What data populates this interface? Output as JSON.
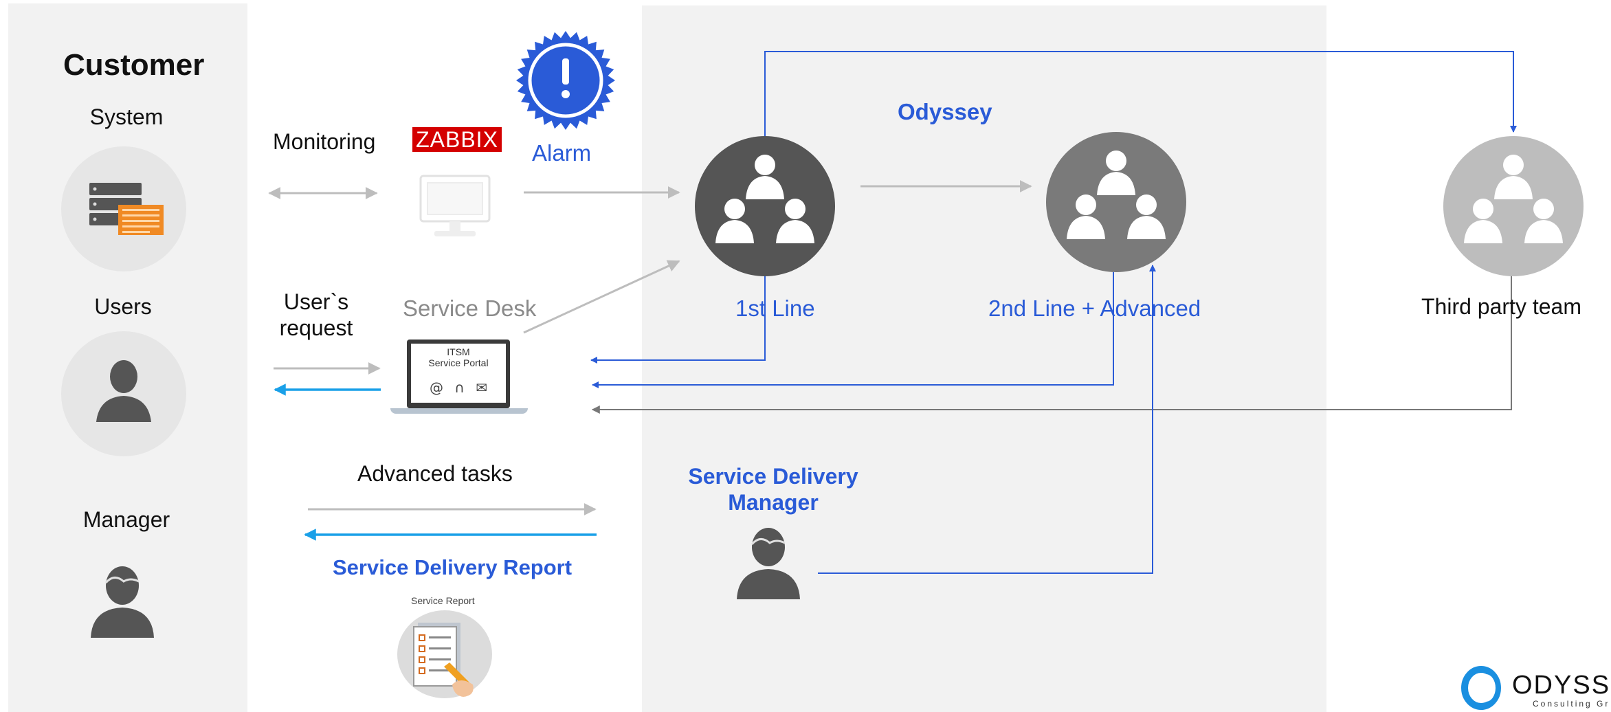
{
  "customer": {
    "heading": "Customer",
    "system_label": "System",
    "users_label": "Users",
    "manager_label": "Manager"
  },
  "flows": {
    "monitoring_label": "Monitoring",
    "zabbix_logo": "ZABBIX",
    "alarm_label": "Alarm",
    "users_request_label": "User`s\nrequest",
    "service_desk_label": "Service Desk",
    "portal_title": "ITSM\nService Portal",
    "advanced_tasks_label": "Advanced tasks",
    "service_delivery_report_label": "Service Delivery Report",
    "service_report_caption": "Service Report"
  },
  "odyssey": {
    "heading": "Odyssey",
    "first_line_label": "1st Line",
    "second_line_label": "2nd Line + Advanced",
    "sdm_label": "Service Delivery\nManager"
  },
  "third_party": {
    "label": "Third party team"
  },
  "brand": {
    "logo_text": "ODYSSE",
    "logo_subtext": "Consulting Gr"
  },
  "icons": {
    "server": "server-icon",
    "user": "user-icon",
    "manager": "manager-icon",
    "alarm": "alarm-badge-icon",
    "monitor": "monitor-icon",
    "laptop": "laptop-icon",
    "team": "team-icon",
    "report": "report-icon",
    "logo": "odyssey-logo-icon"
  },
  "colors": {
    "blue": "#2a5bd7",
    "light_blue": "#1aa0e8",
    "grey_arrow": "#bdbdbd",
    "first_line": "#555555",
    "second_line": "#7a7a7a",
    "third_party": "#bdbdbd",
    "panel": "#f2f2f2"
  }
}
